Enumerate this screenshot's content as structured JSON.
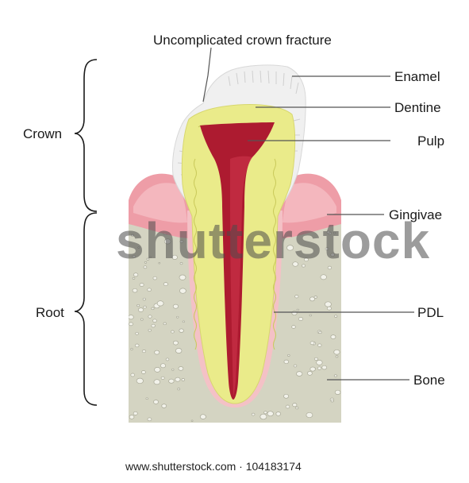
{
  "title": "Uncomplicated crown fracture",
  "labels": {
    "crown": "Crown",
    "root": "Root",
    "enamel": "Enamel",
    "dentine": "Dentine",
    "pulp": "Pulp",
    "gingivae": "Gingivae",
    "pdl": "PDL",
    "bone": "Bone"
  },
  "watermark": "shutterstock",
  "footer": "www.shutterstock.com · 104183174",
  "colors": {
    "bone": "#d3d3c1",
    "gingiva": "#ee9da7",
    "enamel": "#f1f1f1",
    "dentine": "#eaeb8a",
    "pulp": "#ad1b30",
    "pdl": "#f4c1c6"
  }
}
